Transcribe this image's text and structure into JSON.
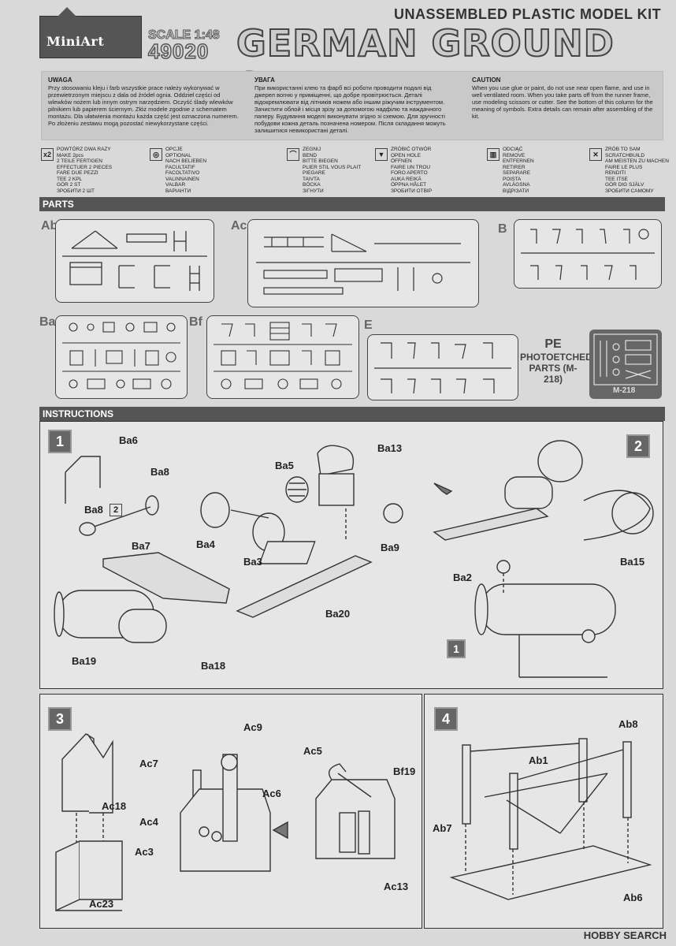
{
  "header": {
    "logo": "MiniArt",
    "scale": "SCALE 1:48",
    "kit_number": "49020",
    "kit_type": "UNASSEMBLED PLASTIC MODEL KIT",
    "title": "GERMAN GROUND STAFF"
  },
  "warnings": [
    {
      "heading": "UWAGA",
      "text": "Przy stosowaniu kleju i farb wszystkie prace należy wykonywać w przewietrzonym miejscu z dala od źródeł ognia. Oddzieł części od wlewków nożem lub innym ostrym narzędziem. Oczyść ślady wlewków pilnikiem lub papierem ściernym. Złóż modele zgodnie z schematem montażu. Dla ułatwienia montażu każda część jest oznaczona numerem. Po złożeniu zestawu mogą pozostać niewykorzystane części."
    },
    {
      "heading": "УВАГА",
      "text": "При використанні клею та фарб всі роботи проводити подалі від джерел вогню у приміщенні, що добре провітрюється. Деталі відокремлювати від літників ножем або іншим ріжучим інструментом. Зачистити облой і місця зрізу за допомогою надфілю та наждачного паперу. Будування моделі виконувати згідно зі схемою. Для зручності побудови кожна деталь позначена номером. Після складання можуть залишитися невикористані деталі."
    },
    {
      "heading": "CAUTION",
      "text": "When you use glue or paint, do not use near open flame, and use in well ventilated room. When you take parts off from the runner frame, use modeling scissors or cutter. See the bottom of this column for the meaning of symbols. Extra details can remain after assembling of the kit."
    }
  ],
  "symbols": [
    {
      "icon": "x2",
      "lines": "POWTÓRZ DWA RAZY\nMAKE 2pcs\n2 TEILE FERTIGEN\nEFFECTUER 2 PIECES\nFARE DUE PEZZI\nTEE 2 KPL\nGÖR 2 ST\nЗРОБИТИ 2 ШТ"
    },
    {
      "icon": "opt",
      "lines": "OPCJE\nOPTIONAL\nNACH BELIEBEN\nFACULTATIF\nFACOLTATIVO\nVALINNAINEN\nVALBAR\nВАРІАНТИ"
    },
    {
      "icon": "bend",
      "lines": "ZEGNIJ\nBEND\nBITTE BIEGEN\nPLIER STIL VOUS PLAIT\nPIEGARE\nTAIVTA\nBÖCKA\nЗІГНУТИ"
    },
    {
      "icon": "hole",
      "lines": "ZRÓBIĆ OTWÓR\nOPEN HOLE\nÖFFNEN\nFAIRE UN TROU\nFORO APERTO\nAUKA REIKÄ\nÖPPNA HÅLET\nЗРОБИТИ ОТВІР"
    },
    {
      "icon": "remove",
      "lines": "ODCIĄĆ\nREMOVE\nENTFERNEN\nRETIRER\nSEPARARE\nPOISTA\nAVLÄGSNA\nВІДРІЗАТИ"
    },
    {
      "icon": "scratch",
      "lines": "ZRÓB TO SAM\nSCRATCHBUILD\nAM MEISTEN ZU MACHEN\nFAIRE LE PLUS\nRENDITI\nTEE ITSE\nGÖR DIG SJÄLV\nЗРОБИТИ САМОМУ"
    }
  ],
  "sections": {
    "parts": "PARTS",
    "instructions": "INSTRUCTIONS"
  },
  "sprues": [
    "Ab",
    "Ac",
    "B",
    "Ba",
    "Bf",
    "E"
  ],
  "photoetch": {
    "line1": "PE",
    "line2": "PHOTOETCHED",
    "line3": "PARTS (M-218)",
    "fret_label": "M-218"
  },
  "steps": [
    {
      "number": "1",
      "labels": [
        "Ba6",
        "Ba8",
        "Ba8",
        "Ba7",
        "Ba19",
        "Ba18",
        "Ba4",
        "Ba3",
        "Ba5",
        "Ba13",
        "Ba9",
        "Ba20"
      ],
      "multiplier": "2"
    },
    {
      "number": "2",
      "labels": [
        "Ba15",
        "Ba2"
      ],
      "ref": "1"
    },
    {
      "number": "3",
      "labels": [
        "Ac18",
        "Ac23",
        "Ac7",
        "Ac9",
        "Ac6",
        "Ac4",
        "Ac3",
        "Ac5",
        "Bf19",
        "Ac13"
      ]
    },
    {
      "number": "4",
      "labels": [
        "Ab8",
        "Ab1",
        "Ab7",
        "Ab6"
      ]
    }
  ],
  "watermark": "HOBBY SEARCH"
}
